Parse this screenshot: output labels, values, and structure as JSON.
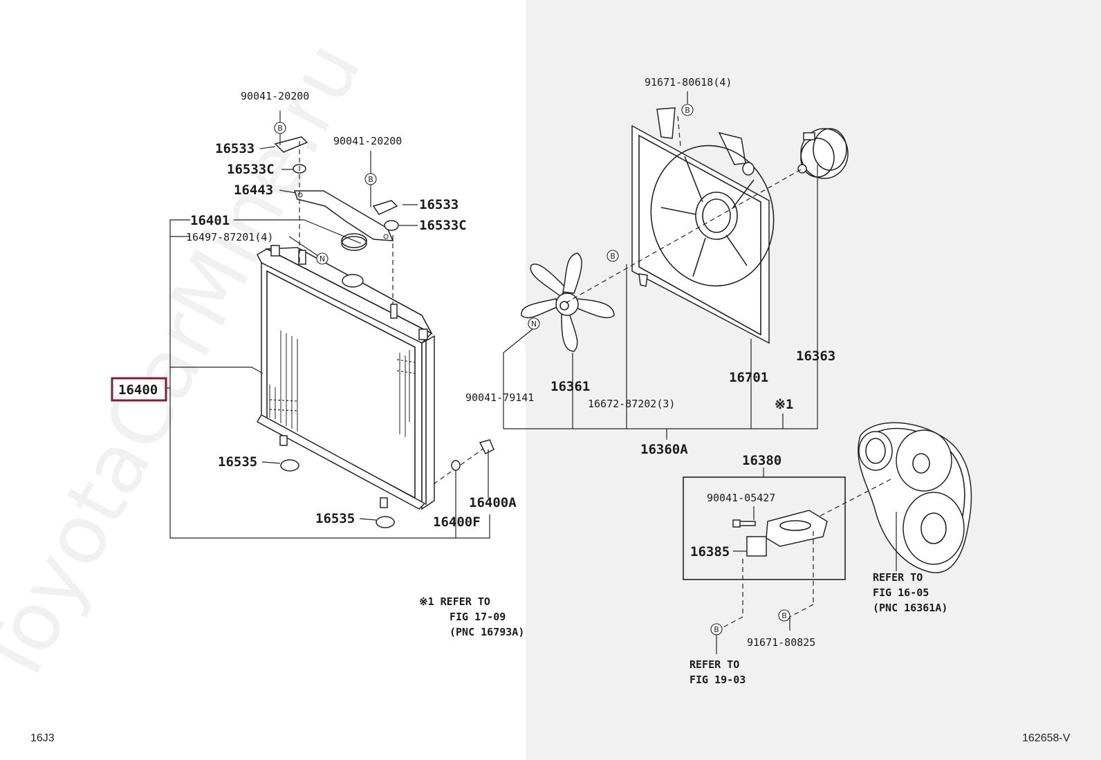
{
  "watermark": "ToyotaCarMine.ru",
  "page_code_left": "16J3",
  "page_code_right": "162658-V",
  "highlighted_part": "16400",
  "callouts": {
    "p16400": "16400",
    "p16401": "16401",
    "p16497": "16497-87201(4)",
    "p90041_20200_a": "90041-20200",
    "p90041_20200_b": "90041-20200",
    "p16533_a": "16533",
    "p16533c_a": "16533C",
    "p16443": "16443",
    "p16533_b": "16533",
    "p16533c_b": "16533C",
    "p16535_a": "16535",
    "p16535_b": "16535",
    "p16400a": "16400A",
    "p16400f": "16400F",
    "p91671_80618": "91671-80618(4)",
    "p16363": "16363",
    "p16701": "16701",
    "p16361": "16361",
    "p90041_79141": "90041-79141",
    "p16672": "16672-87202(3)",
    "p_star1": "※1",
    "p16360a": "16360A",
    "p16380": "16380",
    "p90041_05427": "90041-05427",
    "p16385": "16385",
    "p91671_80825": "91671-80825"
  },
  "markers": {
    "B": "B",
    "N": "N"
  },
  "notes": {
    "star_ref": [
      "※1  REFER TO",
      "FIG 17-09",
      "(PNC 16793A)"
    ],
    "fig_19_03": [
      "REFER TO",
      "FIG 19-03"
    ],
    "fig_16_05": [
      "REFER TO",
      "FIG 16-05",
      "(PNC 16361A)"
    ]
  }
}
